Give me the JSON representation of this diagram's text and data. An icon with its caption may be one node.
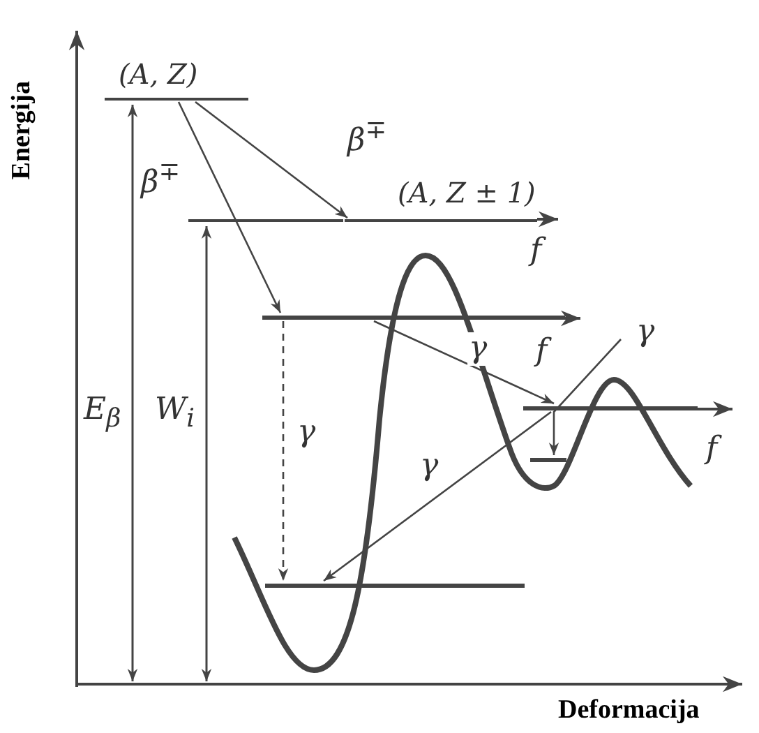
{
  "diagram": {
    "nodes": [
      {
        "text": [
          "(A, Z)"
        ]
      },
      {
        "text": [
          "(A, Z ± 1)"
        ]
      },
      {
        "text": [],
        "shape": "bar"
      },
      {
        "text": [],
        "shape": "bar"
      },
      {
        "text": [],
        "shape": "bar"
      },
      {
        "text": [],
        "shape": "bar"
      }
    ],
    "edges": [
      {
        "from": 0,
        "to": 1,
        "arrow": "to",
        "label": "β$^{∓}$"
      },
      {
        "from": 0,
        "to": 2,
        "arrow": "to",
        "label": "β$^{∓}$"
      },
      {
        "from": 2,
        "to": 5,
        "arrow": "to",
        "label": "γ",
        "style": "dashed"
      },
      {
        "from": 2,
        "to": 3,
        "arrow": "to",
        "label": "γ"
      },
      {
        "from": 3,
        "to": 5,
        "arrow": "to",
        "label": "γ"
      },
      {
        "from": null,
        "to": 4,
        "arrow": "to",
        "label": "γ"
      }
    ],
    "labels": [
      "Energija",
      "f",
      "f",
      "E$_{β}$",
      "W$_{i}$",
      "f",
      "Deformacija"
    ]
  }
}
